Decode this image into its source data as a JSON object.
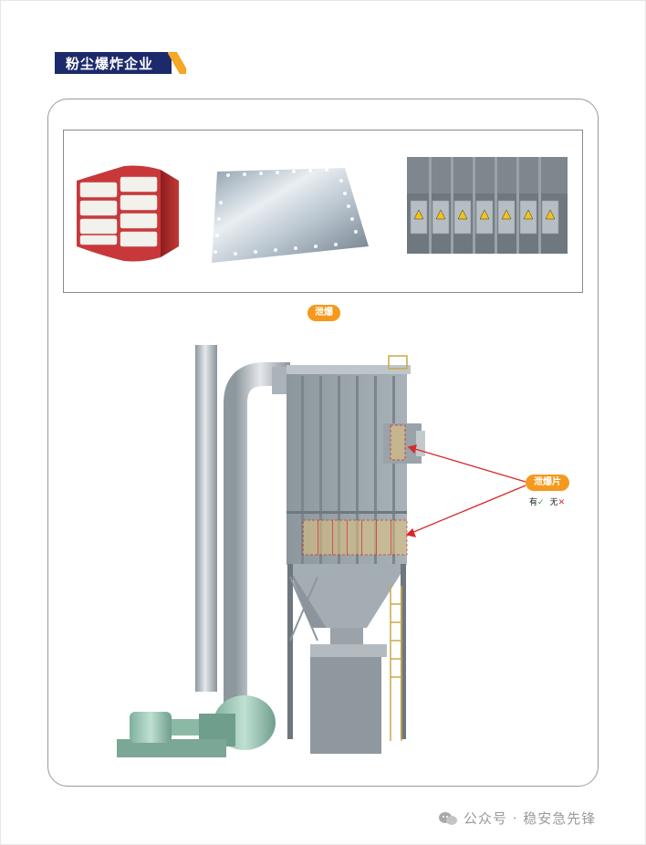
{
  "header": {
    "title": "粉尘爆炸企业"
  },
  "labels": {
    "explosion_venting": "泄爆",
    "venting_panel": "泄爆片",
    "has_label": "有",
    "none_label": "无"
  },
  "watermark": {
    "text": "公众号 · 稳安急先锋"
  },
  "colors": {
    "header_bg": "#1c2a6b",
    "accent_orange": "#f39a1e",
    "highlight_red": "#d62b2b",
    "check_green": "#2a9d3a"
  }
}
